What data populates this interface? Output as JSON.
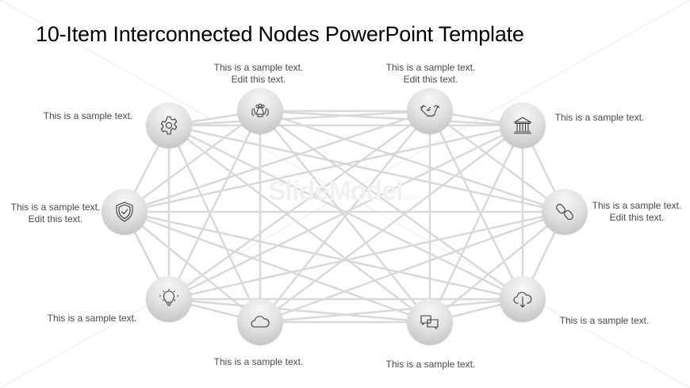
{
  "slide": {
    "title": "10-Item Interconnected Nodes PowerPoint Template",
    "watermark": "SlideModel",
    "watermark_suffix": ".com"
  },
  "colors": {
    "edge": "#d9d9d9",
    "icon_stroke": "#3a3a3a",
    "label_text": "#4a4a4a"
  },
  "nodes": [
    {
      "id": "gear",
      "icon": "gear-icon",
      "label": "This is a sample text."
    },
    {
      "id": "meeting",
      "icon": "meeting-table-icon",
      "label": "This is a sample text. Edit this text."
    },
    {
      "id": "handshake",
      "icon": "handshake-icon",
      "label": "This is a sample text. Edit this text."
    },
    {
      "id": "bank",
      "icon": "bank-icon",
      "label": "This is a sample text."
    },
    {
      "id": "link",
      "icon": "chain-link-icon",
      "label": "This is a sample text. Edit this text."
    },
    {
      "id": "download",
      "icon": "cloud-download-icon",
      "label": "This is a sample text."
    },
    {
      "id": "chat",
      "icon": "chat-bubbles-icon",
      "label": "This is a sample text."
    },
    {
      "id": "cloud",
      "icon": "cloud-icon",
      "label": "This is a sample text."
    },
    {
      "id": "bulb",
      "icon": "lightbulb-icon",
      "label": "This is a sample text."
    },
    {
      "id": "shield",
      "icon": "shield-check-icon",
      "label": "This is a sample text. Edit this text."
    }
  ],
  "connectivity": "complete"
}
